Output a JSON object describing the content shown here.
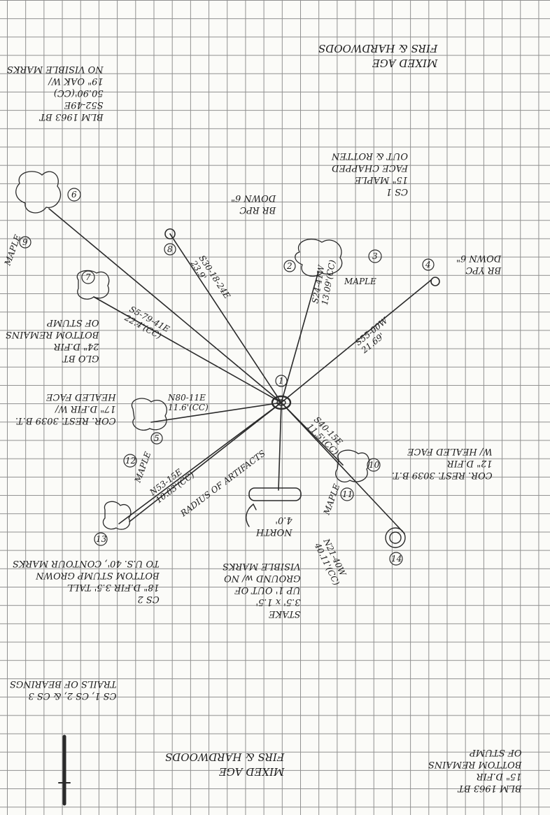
{
  "title_top": "MIXED AGE\nFIRS & HARDWOODS",
  "title_bottom": "MIXED AGE\nFIRS & HARDWOODS",
  "plot_center_label": "RADIUS OF ARTIFACTS",
  "north_stake": "STAKE\n3.5' x 1.5'\nUP 1' OUT OF\nGROUND w/ NO\nVISIBLE MARKS",
  "north_arrow": "NORTH\n4.0'",
  "cs_legend": "CS 1, CS 2, & CS 3\nTRAILS OF BEARINGS",
  "annotations": {
    "bt2": "BLM 1963 BT\nS52-49E\n50.90'(CC)\n19\" OAK W/\nNO VISIBLE MARKS",
    "cs1": "CS 1\n15\" MAPLE\nFACE CHAPPED\nOUT & ROTTEN",
    "br_ypc": "BR YPC\nDOWN 6\"",
    "br_rpc": "BR RPC\nDOWN 6\"",
    "bt6": "GLO BT\n24\" D.FIR\nBOTTOM REMAINS\nOF STUMP",
    "bt3": "COR. REST. 3039 B.T.\n17\" D.FIR W/\nHEALED FACE",
    "bt1": "COR. REST. 3039 B.T.\n12\" D.FIR\nW/ HEALED FACE",
    "cs2": "CS 2\n18\" D.FIR 3.5' TALL\nBOTTOM STUMP GROWN\nTO U.S. 40', CONTOUR MARKS",
    "bt4": "BLM 1963 BT\n15\" D.FIR\nBOTTOM REMAINS\nOF STUMP"
  },
  "bearings": {
    "b1": "S40-15E\n11.5'(CC)",
    "b2": "S24-41W\n13.09'(CC)",
    "b3": "N80-11E\n11.6'(CC)",
    "b4": "N21-40W\n40.11'(CC)",
    "b5": "N53-15E\n10.03'(CC)",
    "b6": "S5-79-41E\n22.4'(CC)",
    "b7": "S55-00W\n21.69'",
    "b8": "S30-18-24E\n23.9'"
  },
  "point_markers": [
    "1",
    "2",
    "3",
    "4",
    "5",
    "6",
    "7",
    "8",
    "9",
    "10",
    "11",
    "12",
    "13",
    "14"
  ],
  "found_labels": {
    "maple_a": "MAPLE",
    "maple_b": "MAPLE",
    "maple_c": "MAPLE",
    "maple_d": "MAPLE"
  },
  "colors": {
    "ink": "#2a2a2a",
    "grid": "#8f8f8f",
    "paper": "#fbfbf8"
  }
}
